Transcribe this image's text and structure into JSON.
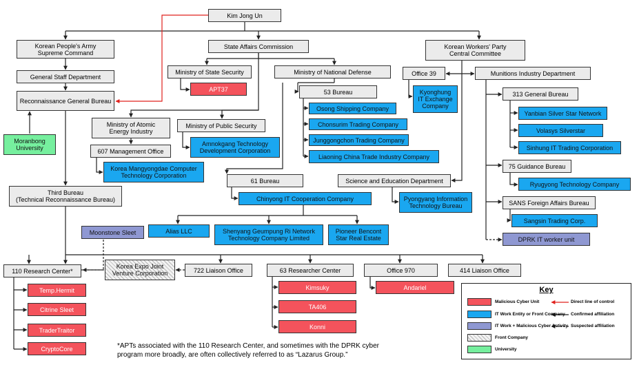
{
  "nodes": {
    "kim": "Kim Jong Un",
    "kpa": "Korean People's Army\nSupreme Command",
    "sac": "State Affairs Commission",
    "wpcc": "Korean Workers' Party\nCentral Committee",
    "gsd": "General Staff Department",
    "mss": "Ministry of State Security",
    "mnd": "Ministry of National Defense",
    "office39": "Office 39",
    "munitions": "Munitions Industry Department",
    "rgb": "Reconnaissance General Bureau",
    "apt37": "APT37",
    "bureau53": "53 Bureau",
    "kyonghung": "Kyonghung\nIT Exchange\nCompany",
    "gb313": "313 General Bureau",
    "osong": "Osong Shipping Company",
    "yanbian": "Yanbian Silver Star Network",
    "atomic": "Ministry of Atomic\nEnergy Industry",
    "public_security": "Ministry of Public Security",
    "chonsurim": "Chonsurim Trading Company",
    "volasys": "Volasys Silverstar",
    "moranbong": "Moranbong\nUniversity",
    "mgmt607": "607 Management Office",
    "amnokgang": "Amnokgang Technology\nDevelopment Corporation",
    "junggongchon": "Junggongchon Trading Company",
    "sinhung": "Sinhung IT Trading Corporation",
    "liaoning": "Liaoning China Trade Industry Company",
    "mangyongdae": "Korea Mangyongdae Computer\nTechnology Corporation",
    "guidance75": "75 Guidance Bureau",
    "bureau61": "61 Bureau",
    "science_edu": "Science and Education Department",
    "ryugyong": "Ryugyong Technology Company",
    "third_bureau": "Third Bureau\n(Technical Reconnaissance Bureau)",
    "chinyong": "Chinyong IT Cooperation Company",
    "pyongyang_info": "Pyongyang Information\nTechnology Bureau",
    "sans": "SANS Foreign Affairs Bureau",
    "sangsin": "Sangsin Trading Corp.",
    "moonstone": "Moonstone Sleet",
    "alias": "Alias LLC",
    "shenyang": "Shenyang Geumpung Ri Network\nTechnology Company Limited",
    "pioneer": "Pioneer Bencont\nStar Real Estate",
    "dprk_it": "DPRK IT worker unit",
    "rc110": "110 Research Center*",
    "korea_expo": "Korea Expo Joint\nVenture Corporation",
    "liaison722": "722 Liaison Office",
    "rc63": "63 Researcher Center",
    "office970": "Office 970",
    "liaison414": "414 Liaison Office",
    "temp_hermit": "Temp.Hermit",
    "kimsuky": "Kimsuky",
    "andariel": "Andariel",
    "citrine": "Citrine Sleet",
    "ta406": "TA406",
    "tradertraitor": "TraderTraitor",
    "konni": "Konni",
    "cryptocore": "CryptoCore"
  },
  "footnote": "*APTs associated with the 110 Research Center, and sometimes with the DPRK cyber\nprogram more broadly, are often collectively referred to as “Lazarus Group.”",
  "key": {
    "title": "Key",
    "malicious": "Malicious Cyber Unit",
    "it_work": "IT Work Entity or Front Company",
    "it_malicious": "IT Work + Malicious Cyber Activity",
    "front": "Front Company",
    "university": "University",
    "direct": "Direct line of control",
    "confirmed": "Confirmed affiliation",
    "suspected": "Suspected affiliation"
  },
  "colors": {
    "malicious": "#f4535c",
    "it_work": "#1aa7f0",
    "it_malicious": "#8f98d2",
    "front_company": "hatched gray",
    "university": "#76ef9e",
    "organization": "#ebebeb",
    "direct_line": "#e0201c"
  }
}
